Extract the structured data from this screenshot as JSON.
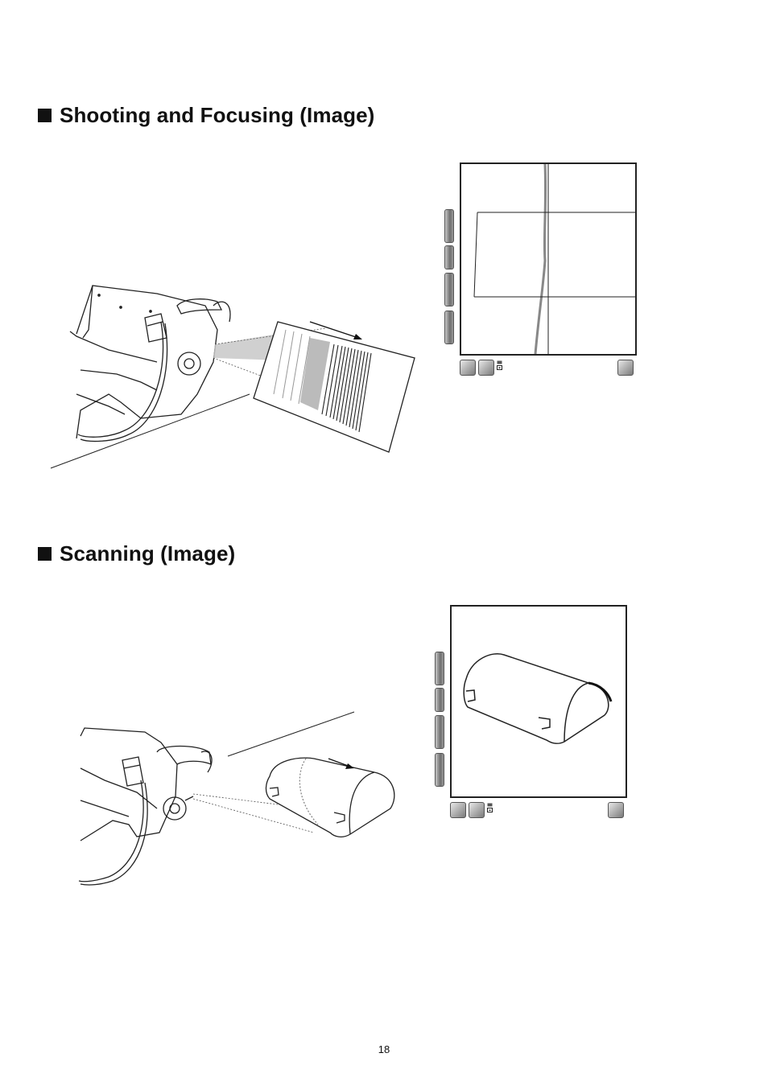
{
  "sections": [
    {
      "heading": "Shooting and Focusing (Image)"
    },
    {
      "heading": "Scanning (Image)"
    }
  ],
  "page_number": "18",
  "colors": {
    "ink": "#111111",
    "button_dark": "#6e6e6e",
    "button_light": "#e8e8e8"
  },
  "icons": [
    "scroll-up-icon",
    "scroll-down-icon",
    "zoom-icon",
    "focus-icon",
    "layout-icon",
    "delete-icon"
  ]
}
